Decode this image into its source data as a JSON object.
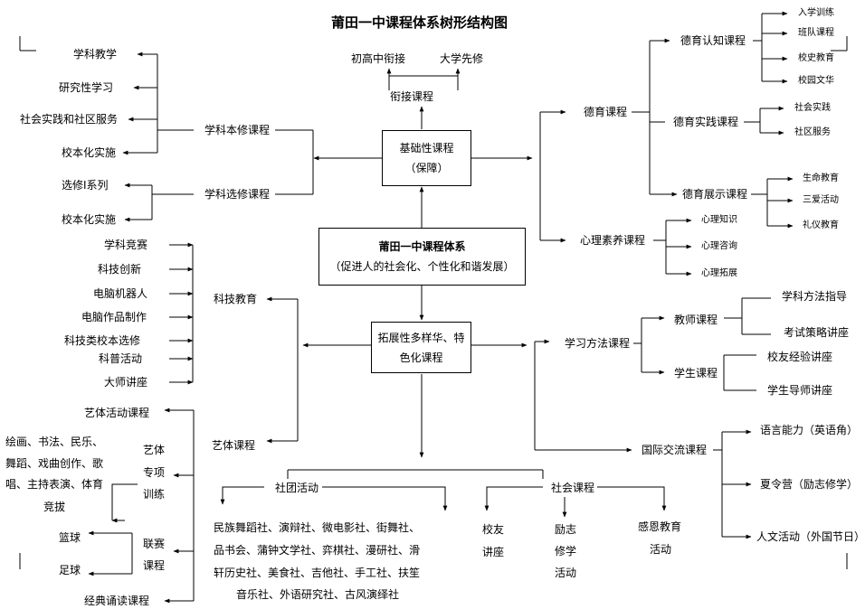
{
  "title": "莆田一中课程体系树形结构图",
  "center": {
    "title": "莆田一中课程体系",
    "subtitle": "（促进人的社会化、个性化和谐发展）"
  },
  "basic": {
    "line1": "基础性课程",
    "line2": "（保障）",
    "bridge": "衔接课程",
    "bridge_items": [
      "初高中衔接",
      "大学先修"
    ],
    "subject_core": "学科本修课程",
    "core_items": [
      "学科教学",
      "研究性学习",
      "社会实践和社区服务",
      "校本化实施"
    ],
    "subject_elective": "学科选修课程",
    "elective_items": [
      "选修Ⅰ系列",
      "校本化实施"
    ]
  },
  "moral": {
    "label": "德育课程",
    "cognition": {
      "label": "德育认知课程",
      "items": [
        "入学训练",
        "班队课程",
        "校史教育",
        "校园文华"
      ]
    },
    "practice": {
      "label": "德育实践课程",
      "items": [
        "社会实践",
        "社区服务"
      ]
    },
    "display": {
      "label": "德育展示课程",
      "items": [
        "生命教育",
        "三爱活动",
        "礼仪教育"
      ]
    },
    "psych": {
      "label": "心理素养课程",
      "items": [
        "心理知识",
        "心理咨询",
        "心理拓展"
      ]
    }
  },
  "ext": {
    "line1": "拓展性多样华、特",
    "line2": "色化课程"
  },
  "tech": {
    "label": "科技教育",
    "items": [
      "学科竞赛",
      "科技创新",
      "电脑机器人",
      "电脑作品制作",
      "科技类校本选修",
      "科普活动",
      "大师讲座"
    ]
  },
  "arts": {
    "label": "艺体课程",
    "activity": "艺体活动课程",
    "special": [
      "艺体",
      "专项",
      "训练"
    ],
    "special_items": [
      "绘画、书法、民乐、",
      "舞蹈、戏曲创作、歌",
      "唱、主持表演、体育",
      "竞拔"
    ],
    "league": [
      "联赛",
      "课程"
    ],
    "league_items": [
      "篮球",
      "足球"
    ],
    "reading": "经典诵读课程"
  },
  "clubs": {
    "label": "社团活动",
    "items": [
      "民族舞蹈社、演辩社、微电影社、街舞社、",
      "品书会、蒲钟文学社、弈棋社、漫研社、滑",
      "轩历史社、美食社、吉他社、手工社、扶笙",
      "音乐社、外语研究社、古风演绎社"
    ]
  },
  "social": {
    "label": "社会课程",
    "alumni": [
      "校友",
      "讲座"
    ],
    "inspire": [
      "励志",
      "修学",
      "活动"
    ],
    "gratitude": [
      "感恩教育",
      "活动"
    ]
  },
  "study": {
    "label": "学习方法课程",
    "teacher": {
      "label": "教师课程",
      "items": [
        "学科方法指导",
        "考试策略讲座"
      ]
    },
    "student": {
      "label": "学生课程",
      "items": [
        "校友经验讲座",
        "学生导师讲座"
      ]
    }
  },
  "intl": {
    "label": "国际交流课程",
    "items": [
      "语言能力（英语角）",
      "夏令营（励志修学）",
      "人文活动（外国节日）"
    ]
  }
}
